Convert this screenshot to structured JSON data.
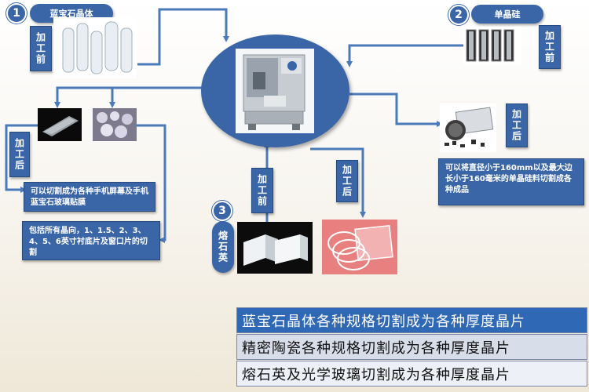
{
  "steps": [
    {
      "number": "1",
      "label": "蓝宝石晶体"
    },
    {
      "number": "2",
      "label": "单晶硅"
    },
    {
      "number": "3",
      "label": "熔石英"
    }
  ],
  "tags": {
    "before": "加工前",
    "after": "加工后"
  },
  "notes": {
    "sapphire_screen": "可以切割成为各种手机屏幕及手机蓝宝石玻璃贴膜",
    "sapphire_substrate": "包括所有晶向，1、1.5、2、3、4、5、6英寸衬底片及窗口片的切割",
    "silicon": "可以将直径小于160mm以及最大边长小于160毫米的单晶硅料切割成各种成品"
  },
  "summary": [
    "蓝宝石晶体各种规格切割成为各种厚度晶片",
    "精密陶瓷各种规格切割成为各种厚度晶片",
    "熔石英及光学玻璃切割成为各种厚度晶片"
  ],
  "colors": {
    "accent": "#3a66a8",
    "arrow": "#4a7ab8"
  }
}
